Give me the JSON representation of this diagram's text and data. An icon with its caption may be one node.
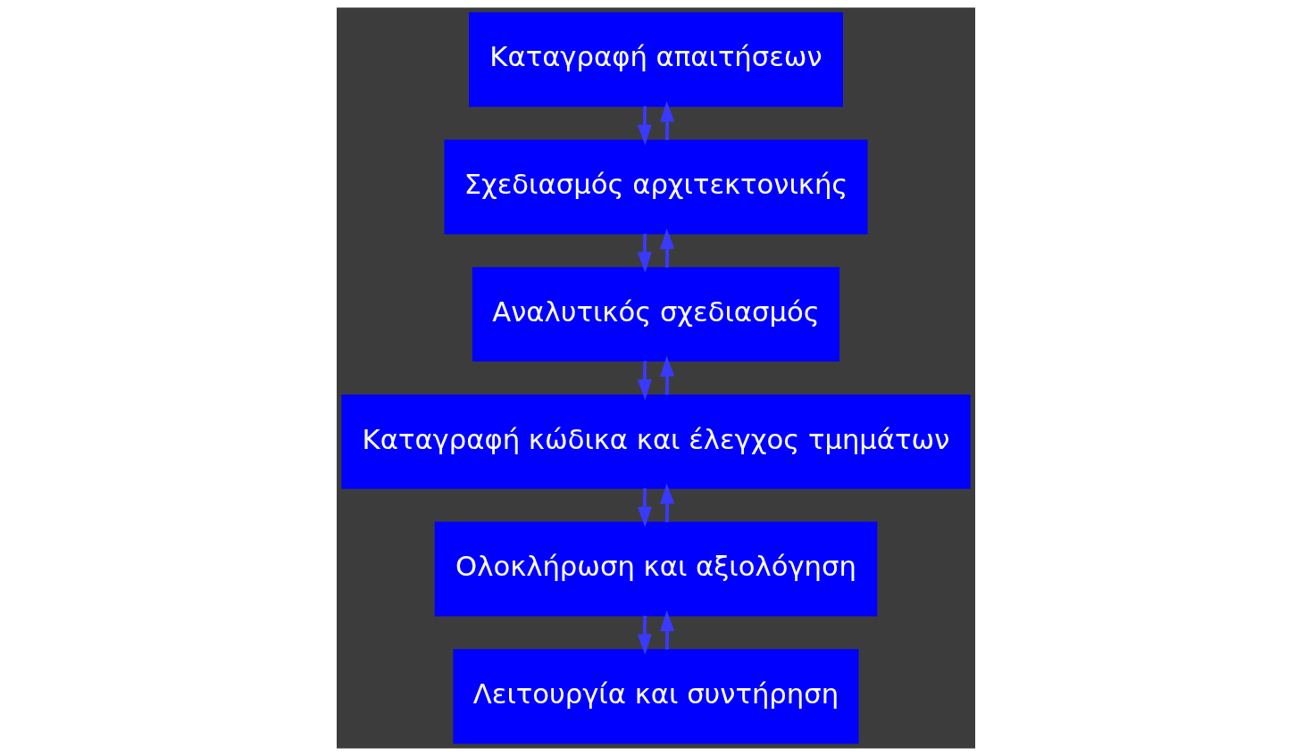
{
  "diagram": {
    "nodes": [
      {
        "text": [
          "Καταγραφή απαιτήσεων"
        ]
      },
      {
        "text": [
          "Σχεδιασμός αρχιτεκτονικής"
        ]
      },
      {
        "text": [
          "Αναλυτικός σχεδιασμός"
        ]
      },
      {
        "text": [
          "Καταγραφή κώδικα και έλεγχος τμημάτων"
        ]
      },
      {
        "text": [
          "Ολοκλήρωση και αξιολόγηση"
        ]
      },
      {
        "text": [
          "Λειτουργία και συντήρηση"
        ]
      }
    ],
    "edges": [
      {
        "from": 0,
        "to": 1,
        "arrow": "to"
      },
      {
        "from": 1,
        "to": 0,
        "arrow": "to"
      },
      {
        "from": 1,
        "to": 2,
        "arrow": "to"
      },
      {
        "from": 2,
        "to": 1,
        "arrow": "to"
      },
      {
        "from": 2,
        "to": 3,
        "arrow": "to"
      },
      {
        "from": 3,
        "to": 2,
        "arrow": "to"
      },
      {
        "from": 3,
        "to": 4,
        "arrow": "to"
      },
      {
        "from": 4,
        "to": 3,
        "arrow": "to"
      },
      {
        "from": 4,
        "to": 5,
        "arrow": "to"
      },
      {
        "from": 5,
        "to": 4,
        "arrow": "to"
      }
    ]
  }
}
